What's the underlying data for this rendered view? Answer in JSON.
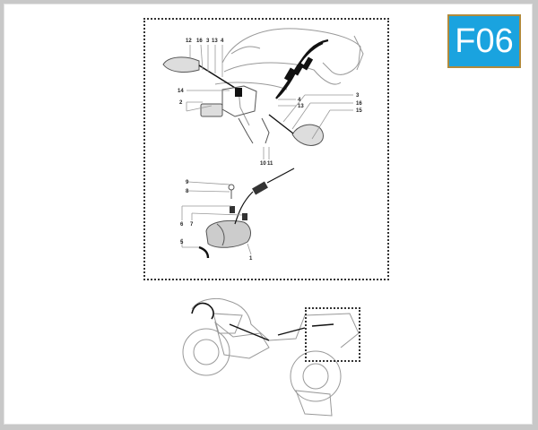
{
  "badge": {
    "code": "F06",
    "bg_color": "#1aa3df",
    "border_color": "#b08a3c"
  },
  "diagram": {
    "type": "exploded-parts-diagram",
    "subject": "turn indicators and tail light assembly",
    "callouts": [
      {
        "id": "c12",
        "label": "12"
      },
      {
        "id": "c16a",
        "label": "16"
      },
      {
        "id": "c3a",
        "label": "3"
      },
      {
        "id": "c13a",
        "label": "13"
      },
      {
        "id": "c4a",
        "label": "4"
      },
      {
        "id": "c14",
        "label": "14"
      },
      {
        "id": "c2",
        "label": "2"
      },
      {
        "id": "c3b",
        "label": "3"
      },
      {
        "id": "c4b",
        "label": "4"
      },
      {
        "id": "c16b",
        "label": "16"
      },
      {
        "id": "c13b",
        "label": "13"
      },
      {
        "id": "c15",
        "label": "15"
      },
      {
        "id": "c10",
        "label": "10"
      },
      {
        "id": "c11",
        "label": "11"
      },
      {
        "id": "c9",
        "label": "9"
      },
      {
        "id": "c8",
        "label": "8"
      },
      {
        "id": "c6",
        "label": "6"
      },
      {
        "id": "c7",
        "label": "7"
      },
      {
        "id": "c5",
        "label": "5"
      },
      {
        "id": "c1",
        "label": "1"
      }
    ]
  },
  "overview": {
    "subject": "motorcycle location overview",
    "highlight": "rear section"
  }
}
